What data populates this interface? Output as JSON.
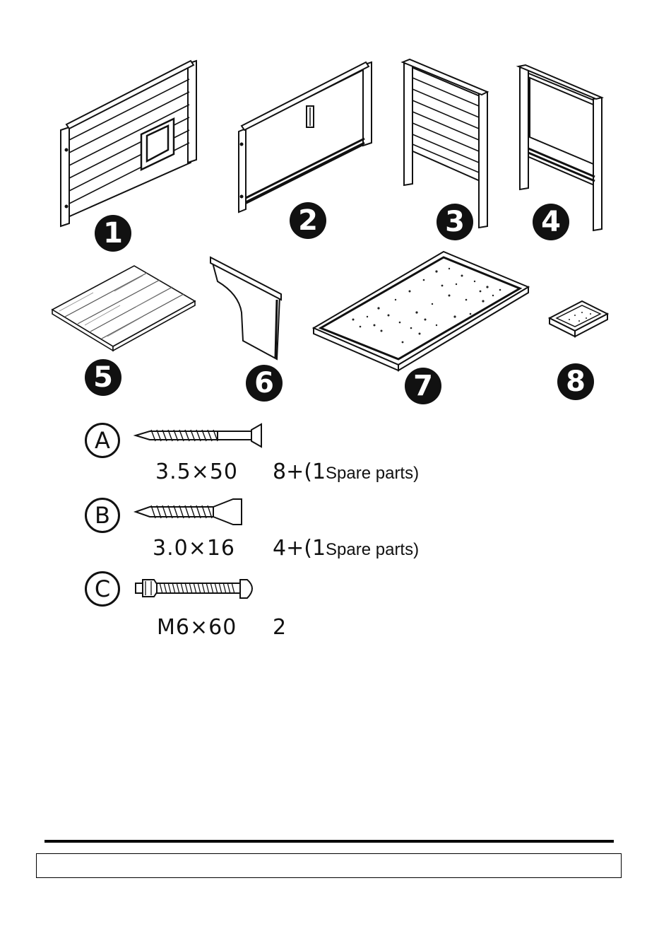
{
  "parts": [
    {
      "number": "1",
      "icon": "wall-panel-with-door-icon"
    },
    {
      "number": "2",
      "icon": "back-panel-with-vent-icon"
    },
    {
      "number": "3",
      "icon": "side-panel-slatted-icon"
    },
    {
      "number": "4",
      "icon": "side-panel-framed-icon"
    },
    {
      "number": "5",
      "icon": "roof-board-icon"
    },
    {
      "number": "6",
      "icon": "curved-divider-icon"
    },
    {
      "number": "7",
      "icon": "floor-tray-icon"
    },
    {
      "number": "8",
      "icon": "small-tray-icon"
    }
  ],
  "hardware": [
    {
      "letter": "A",
      "size": "3.5×50",
      "qty": "8+(",
      "spare_count": "1",
      "spare_label": "Spare parts)",
      "icon": "wood-screw-long-icon"
    },
    {
      "letter": "B",
      "size": "3.0×16",
      "qty": "4+(",
      "spare_count": "1",
      "spare_label": "Spare parts)",
      "icon": "wood-screw-short-icon"
    },
    {
      "letter": "C",
      "size": "M6×60",
      "qty": "2",
      "spare_count": "",
      "spare_label": "",
      "icon": "bolt-with-nut-icon"
    }
  ],
  "footer": {
    "text": ""
  }
}
